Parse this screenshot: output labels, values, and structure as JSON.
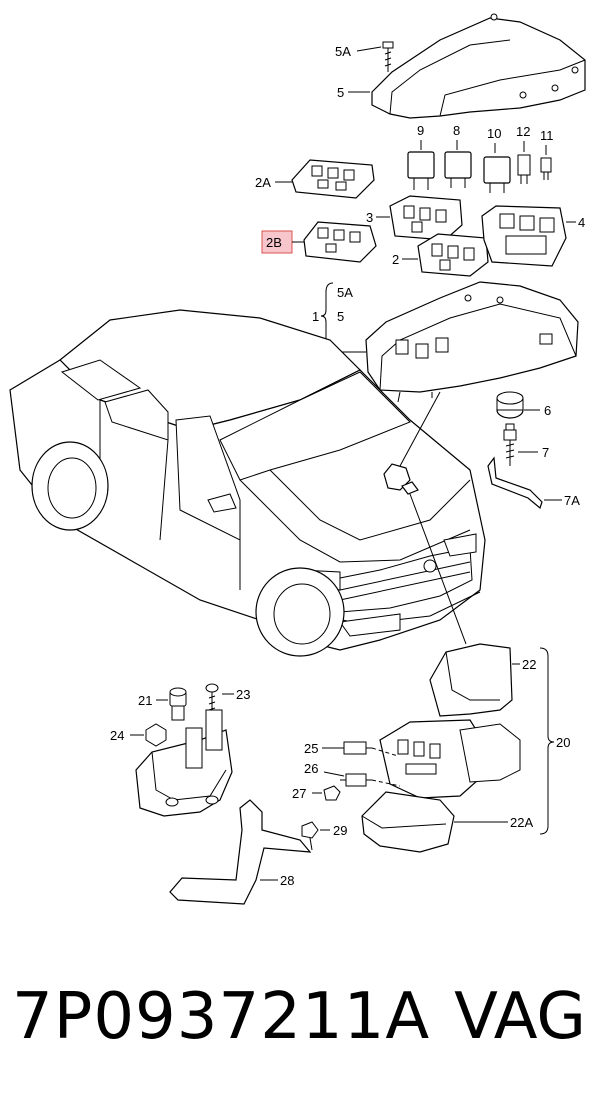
{
  "diagram": {
    "labels": {
      "l5A": "5A",
      "l5": "5",
      "l9": "9",
      "l8": "8",
      "l10": "10",
      "l12": "12",
      "l11": "11",
      "l2A": "2A",
      "l3": "3",
      "l4": "4",
      "l2B": "2B",
      "l2": "2",
      "l1": "1",
      "l1_5A": "5A",
      "l1_5": "5",
      "l6": "6",
      "l7": "7",
      "l7A": "7A",
      "l21": "21",
      "l23": "23",
      "l24": "24",
      "l22": "22",
      "l20": "20",
      "l25": "25",
      "l26": "26",
      "l27": "27",
      "l29": "29",
      "l22A": "22A",
      "l28": "28"
    }
  },
  "footer": {
    "part_number": "7P0937211A",
    "brand": "VAG"
  },
  "highlight_color": "#f7c6cc",
  "highlight_border": "#d9534f"
}
